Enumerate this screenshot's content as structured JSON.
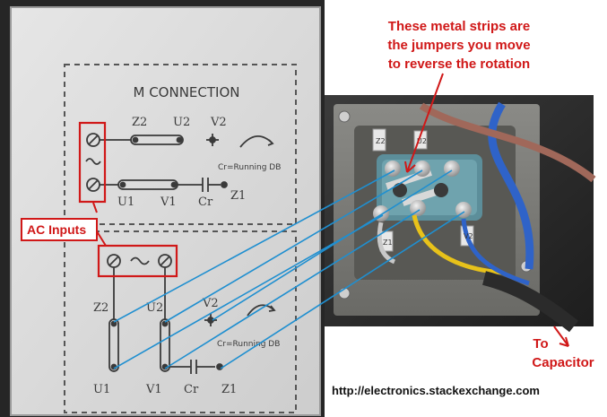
{
  "plate": {
    "title": "M CONNECTION",
    "top_diagram": {
      "terminals_top": [
        "Z2",
        "U2",
        "V2"
      ],
      "terminals_bottom": [
        "U1",
        "V1",
        "Cr",
        "Z1"
      ],
      "cap_note": "Cr=Running DB"
    },
    "bottom_diagram": {
      "terminals_top": [
        "Z2",
        "U2",
        "V2"
      ],
      "terminals_bottom": [
        "U1",
        "V1",
        "Cr",
        "Z1"
      ],
      "cap_note": "Cr=Running DB"
    }
  },
  "photo": {
    "tag_labels": [
      "Z2",
      "U2",
      "V2",
      "Z1"
    ]
  },
  "annotations": {
    "ac_inputs": "AC Inputs",
    "jumpers_note": [
      "These metal strips are",
      "the jumpers you move",
      "to reverse the rotation"
    ],
    "to_capacitor": [
      "To",
      "Capacitor"
    ],
    "source_url": "http://electronics.stackexchange.com"
  },
  "colors": {
    "annotation_red": "#d01818",
    "wire_blue": "#1f8fd0",
    "wire_brown": "#a0685a",
    "wire_yellow": "#e8c21a"
  }
}
